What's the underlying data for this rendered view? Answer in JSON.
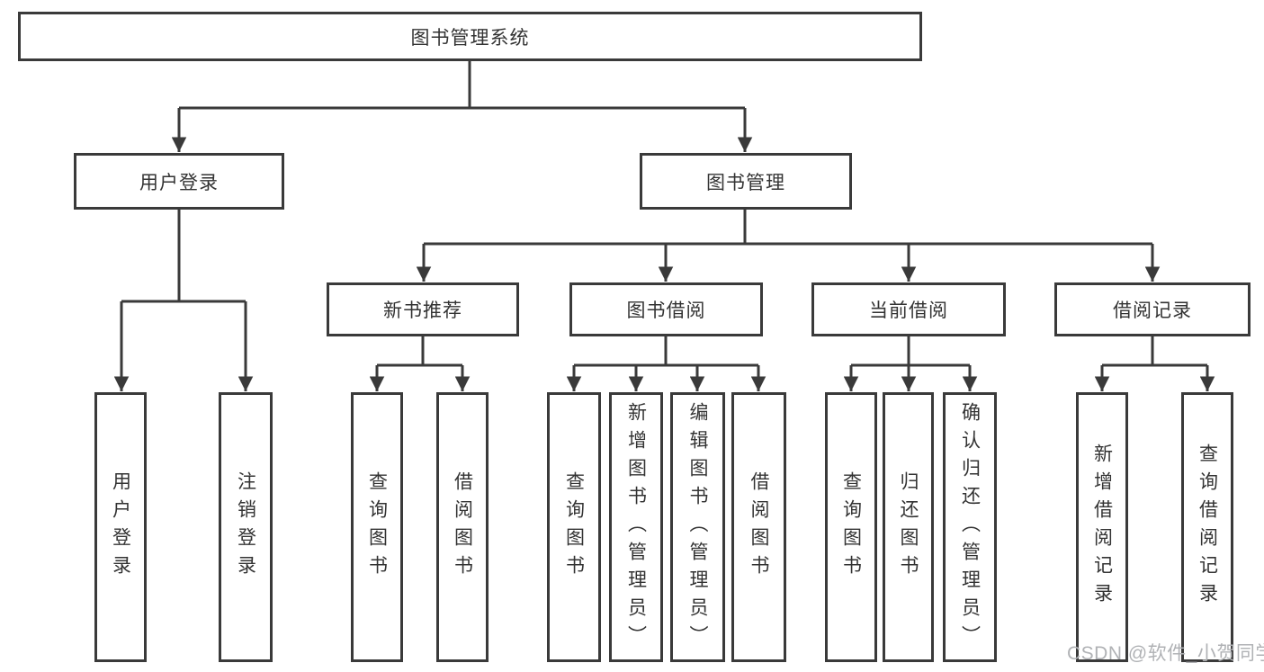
{
  "tree": {
    "root": {
      "label": "图书管理系统",
      "children": [
        {
          "label": "用户登录",
          "children": [
            {
              "label": "用户登录"
            },
            {
              "label": "注销登录"
            }
          ]
        },
        {
          "label": "图书管理",
          "children": [
            {
              "label": "新书推荐",
              "children": [
                {
                  "label": "查询图书"
                },
                {
                  "label": "借阅图书"
                }
              ]
            },
            {
              "label": "图书借阅",
              "children": [
                {
                  "label": "查询图书"
                },
                {
                  "label": "新增图书（管理员）"
                },
                {
                  "label": "编辑图书（管理员）"
                },
                {
                  "label": "借阅图书"
                }
              ]
            },
            {
              "label": "当前借阅",
              "children": [
                {
                  "label": "查询图书"
                },
                {
                  "label": "归还图书"
                },
                {
                  "label": "确认归还（管理员）"
                }
              ]
            },
            {
              "label": "借阅记录",
              "children": [
                {
                  "label": "新增借阅记录"
                },
                {
                  "label": "查询借阅记录"
                }
              ]
            }
          ]
        }
      ]
    }
  },
  "watermark": {
    "text": "CSDN @软件_小贺同学"
  },
  "colors": {
    "line": "#3a3a3a",
    "text": "#333333",
    "box_fill": "#ffffff",
    "background": "#ffffff",
    "watermark": "#b0b2b5"
  }
}
